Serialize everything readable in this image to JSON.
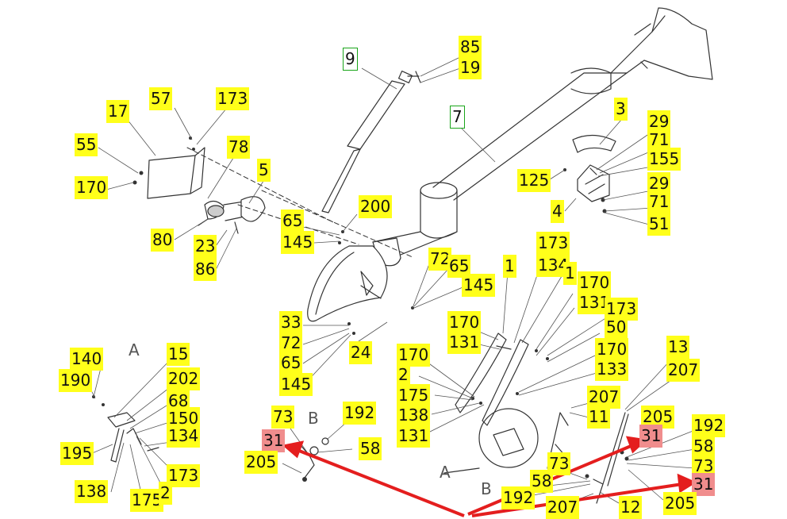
{
  "colors": {
    "callout": "#ffff1a",
    "highlight": "#f08d8d",
    "reference": "#1aa51a",
    "arrow": "#e41e1e",
    "line": "#333333"
  },
  "callouts": {
    "c9": "9",
    "c85": "85",
    "c19": "19",
    "c7": "7",
    "c57": "57",
    "c173a": "173",
    "c17": "17",
    "c55": "55",
    "c170a": "170",
    "c78": "78",
    "c5": "5",
    "c80": "80",
    "c23": "23",
    "c86": "86",
    "c3": "3",
    "c29a": "29",
    "c71a": "71",
    "c155": "155",
    "c125": "125",
    "c29b": "29",
    "c71b": "71",
    "c4": "4",
    "c51": "51",
    "c65a": "65",
    "c200": "200",
    "c145a": "145",
    "c72a": "72",
    "c65b": "65",
    "c145b": "145",
    "c1a": "1",
    "c173b": "173",
    "c134a": "134",
    "c1b": "1",
    "c170b": "170",
    "c131a": "131",
    "c173c": "173",
    "c50": "50",
    "c33": "33",
    "c72b": "72",
    "c65c": "65",
    "c145c": "145",
    "c24": "24",
    "c170c": "170",
    "c131b": "131",
    "c170d": "170",
    "c133": "133",
    "c170e": "170",
    "c2a": "2",
    "c175a": "175",
    "c138a": "138",
    "c131c": "131",
    "c13": "13",
    "c207a": "207",
    "c207b": "207",
    "c11": "11",
    "c140": "140",
    "c15": "15",
    "c190": "190",
    "c202": "202",
    "c68": "68",
    "c150": "150",
    "c195": "195",
    "c134b": "134",
    "c173d": "173",
    "c138b": "138",
    "c175b": "175",
    "c2b": "2",
    "c73a": "73",
    "c192a": "192",
    "c31a": "31",
    "c58a": "58",
    "c205a": "205",
    "c205b": "205",
    "c31b": "31",
    "c192b": "192",
    "c58b": "58",
    "c73b": "73",
    "c31c": "31",
    "c73c": "73",
    "c58c": "58",
    "c192c": "192",
    "c207c": "207",
    "c12": "12",
    "c205c": "205"
  },
  "views": {
    "a1": "A",
    "b1": "B",
    "a2": "A",
    "b2": "B"
  }
}
